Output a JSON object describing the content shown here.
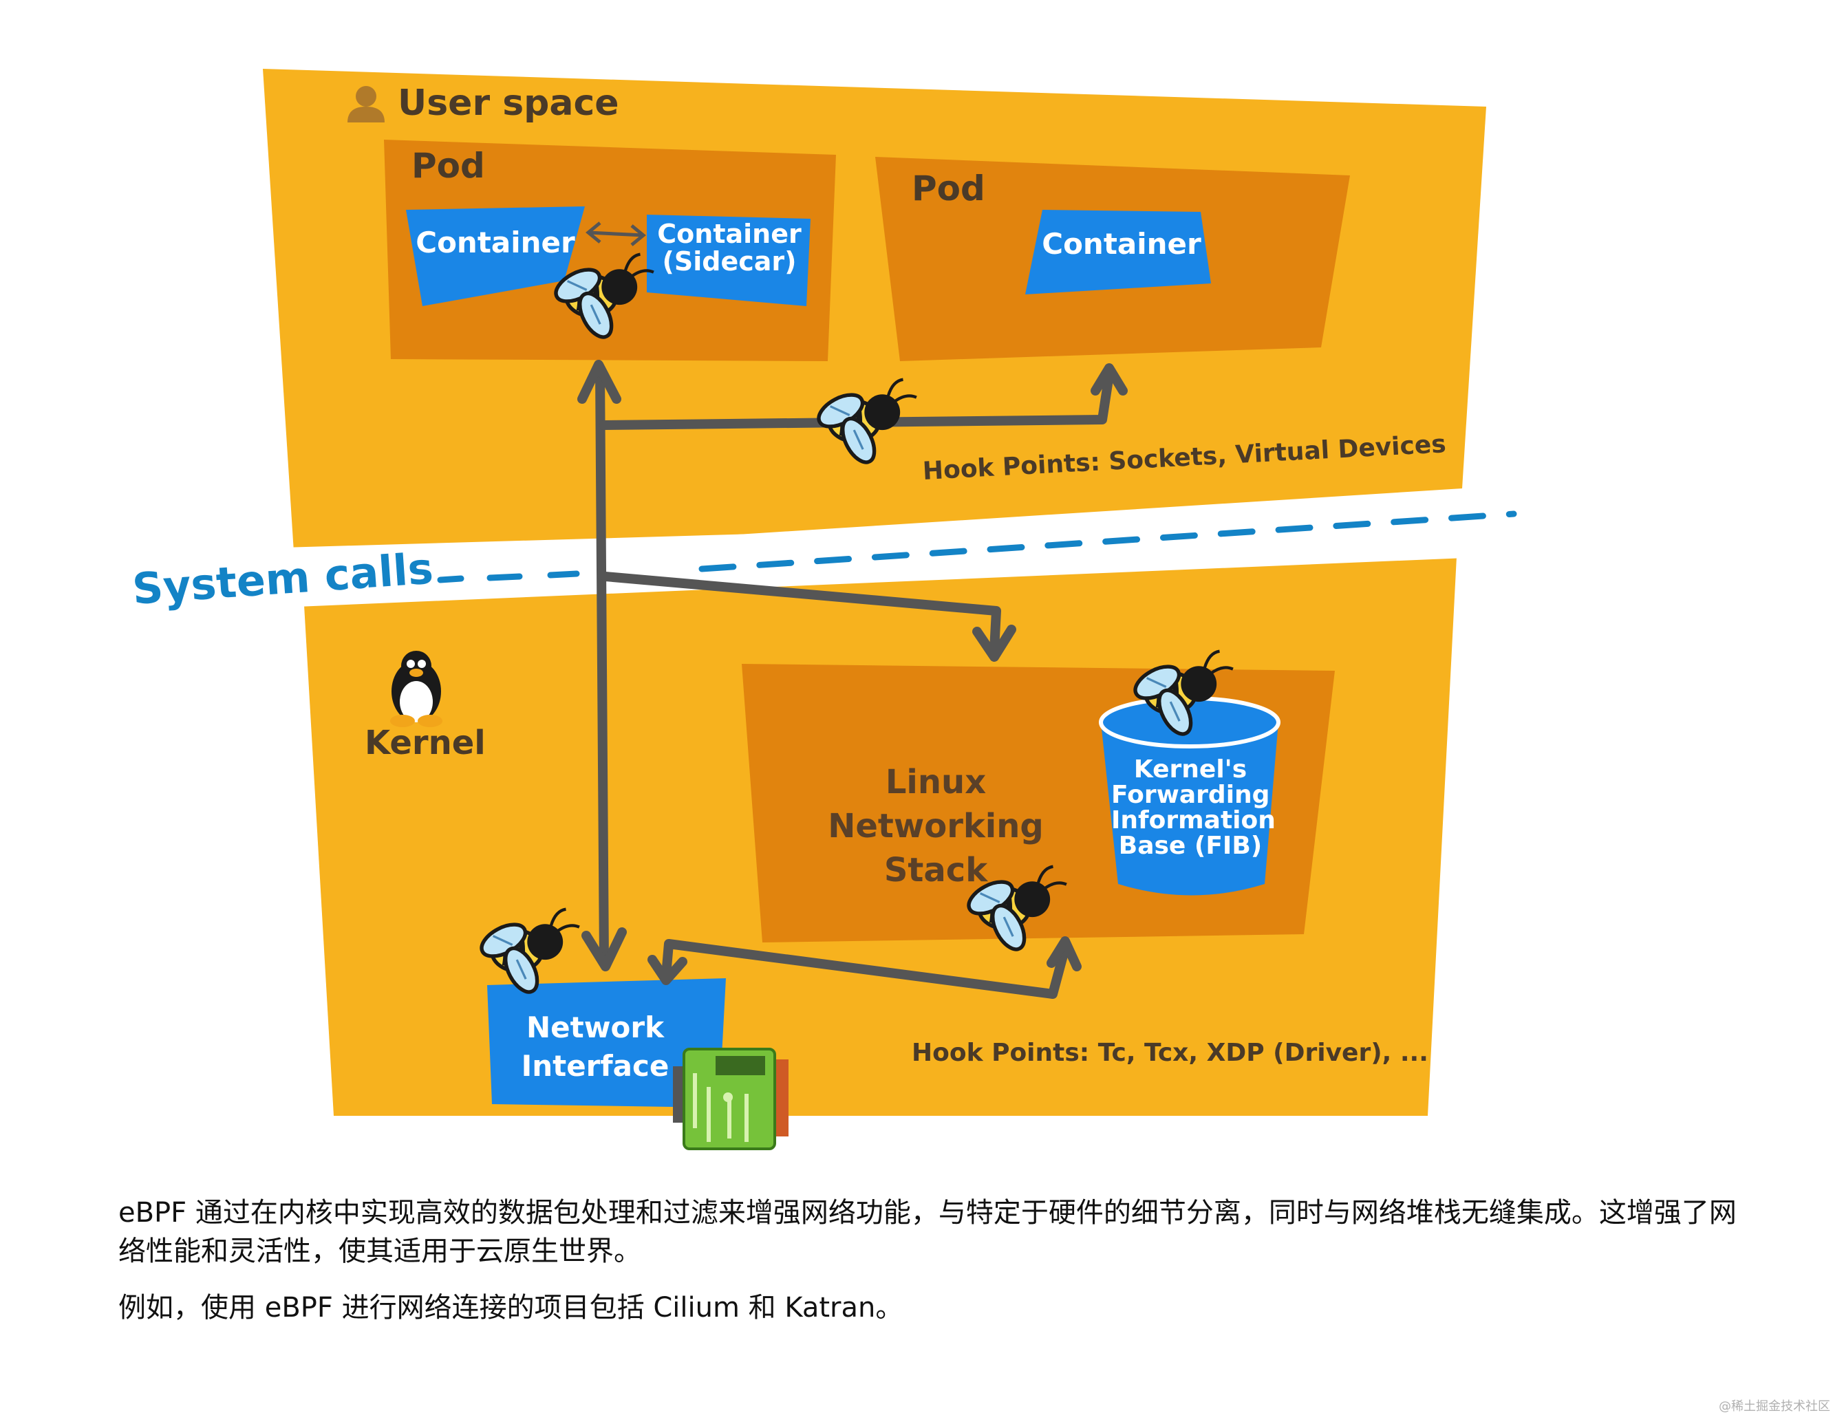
{
  "diagram": {
    "user_space": {
      "label": "User space",
      "icon": "user-icon"
    },
    "pods": [
      {
        "label": "Pod",
        "containers": [
          "Container",
          "Container (Sidecar)"
        ]
      },
      {
        "label": "Pod",
        "containers": [
          "Container"
        ]
      }
    ],
    "hook_points_user": "Hook Points: Sockets, Virtual Devices",
    "system_calls": "System calls",
    "kernel": {
      "label": "Kernel",
      "icon": "tux-penguin-icon"
    },
    "networking_stack": "Linux Networking Stack",
    "fib": "Kernel's Forwarding Information Base (FIB)",
    "network_interface": "Network Interface",
    "hook_points_kernel": "Hook Points: Tc, Tcx, XDP (Driver), ...",
    "icons": [
      "ebpf-bee-icon",
      "network-card-icon",
      "bidirectional-arrow-icon"
    ]
  },
  "colors": {
    "background_yellow": "#f7b21e",
    "pod_orange": "#e1840e",
    "box_blue": "#1a86e6",
    "arrow_gray": "#555555",
    "system_calls_blue": "#1383c6"
  },
  "caption": {
    "p1": "eBPF 通过在内核中实现高效的数据包处理和过滤来增强网络功能，与特定于硬件的细节分离，同时与网络堆栈无缝集成。这增强了网络性能和灵活性，使其适用于云原生世界。",
    "p2": "例如，使用 eBPF 进行网络连接的项目包括 Cilium 和 Katran。"
  },
  "watermark": "@稀土掘金技术社区"
}
